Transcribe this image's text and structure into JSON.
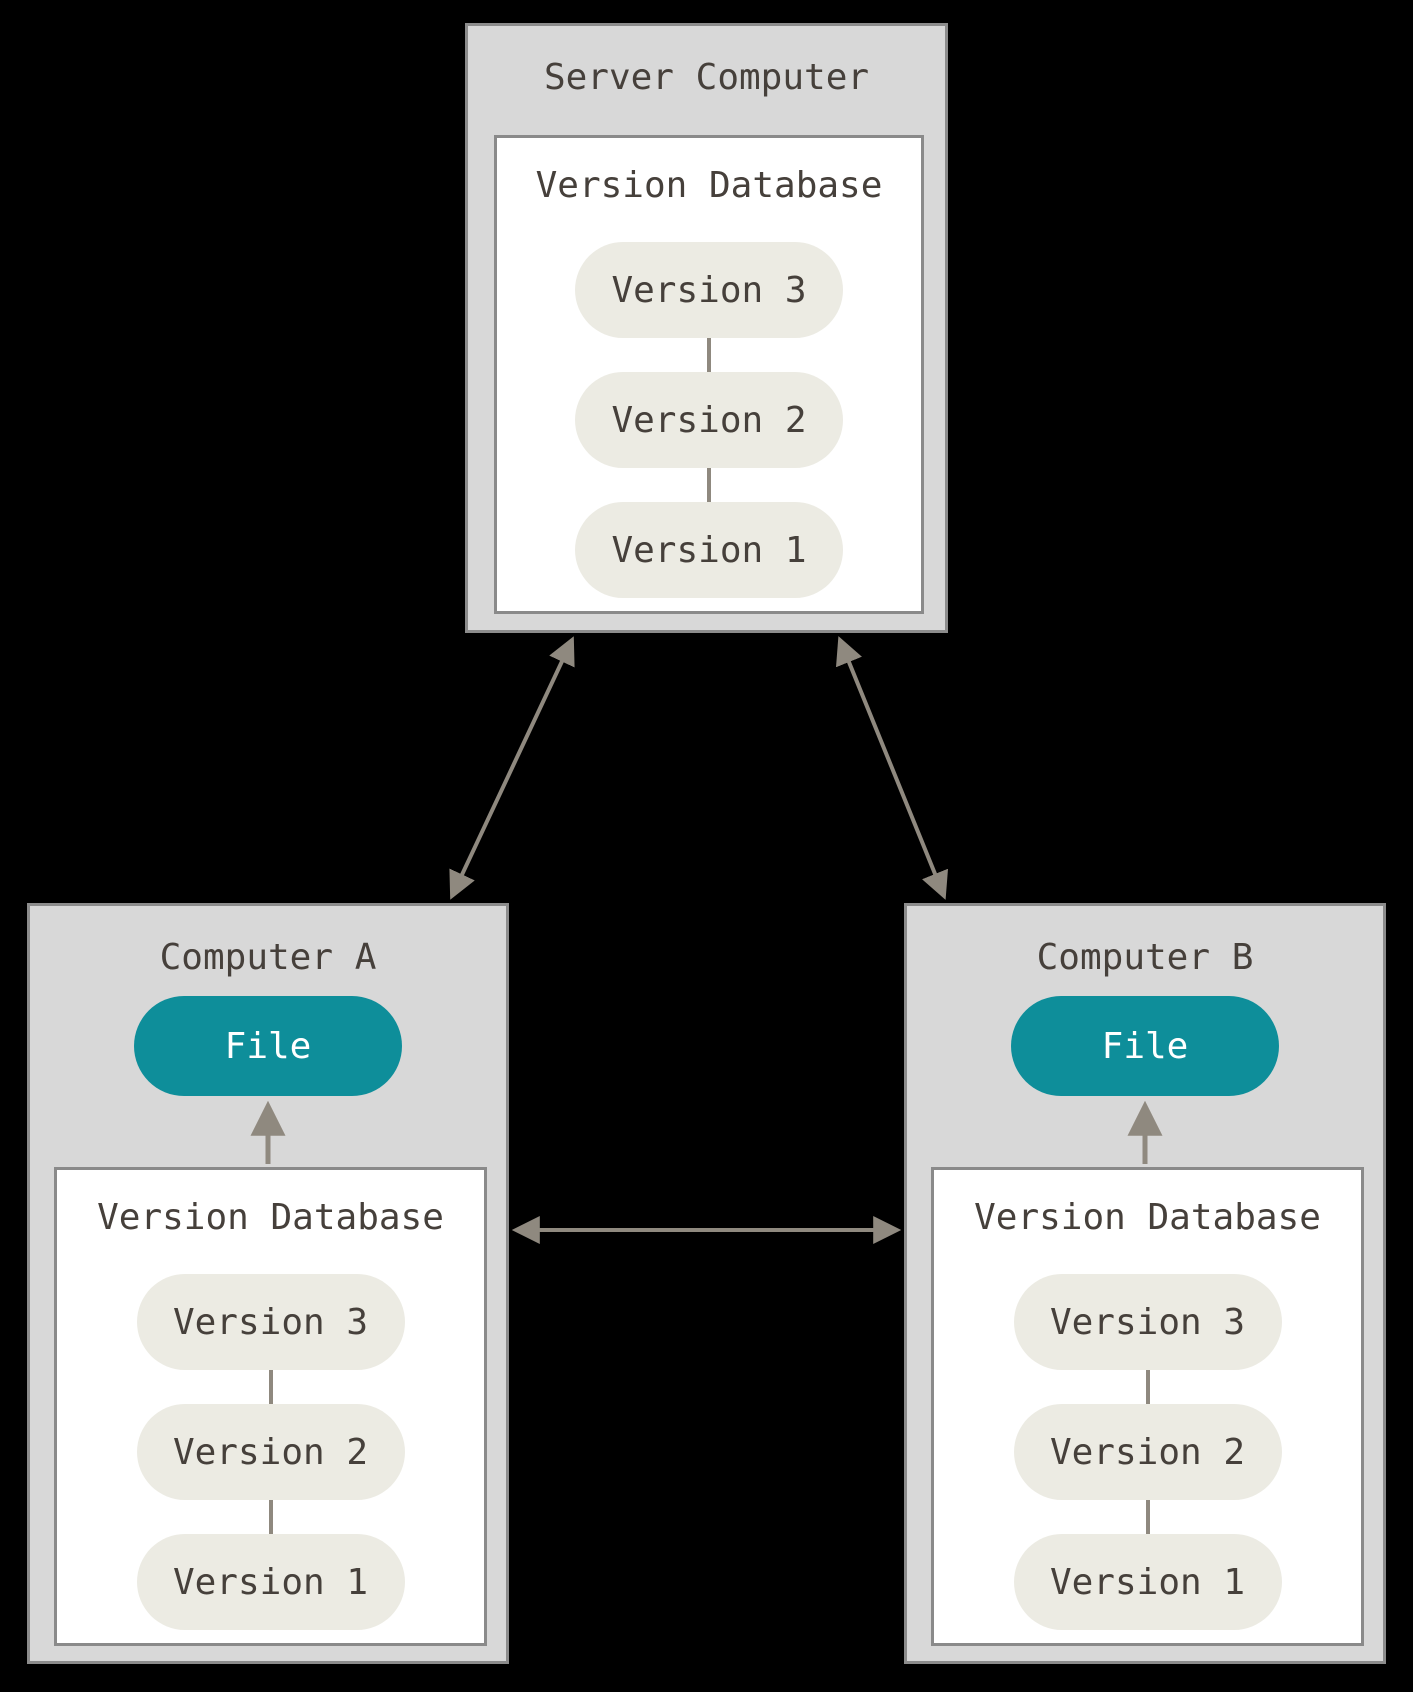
{
  "colors": {
    "background": "#000000",
    "box_fill": "#d8d8d8",
    "box_border": "#8c8c8c",
    "inner_fill": "#ffffff",
    "inner_border": "#8a8a8a",
    "pill_fill": "#ecebe3",
    "text_dark": "#46403b",
    "file_fill": "#0e8e9a",
    "file_text": "#ffffff",
    "arrow": "#8f897f"
  },
  "server": {
    "title": "Server Computer",
    "db_title": "Version Database",
    "versions": [
      "Version 3",
      "Version 2",
      "Version 1"
    ]
  },
  "computer_a": {
    "title": "Computer A",
    "file_label": "File",
    "db_title": "Version Database",
    "versions": [
      "Version 3",
      "Version 2",
      "Version 1"
    ]
  },
  "computer_b": {
    "title": "Computer B",
    "file_label": "File",
    "db_title": "Version Database",
    "versions": [
      "Version 3",
      "Version 2",
      "Version 1"
    ]
  },
  "connections": [
    {
      "from": "server-computer",
      "to": "computer-a",
      "type": "bidirectional"
    },
    {
      "from": "server-computer",
      "to": "computer-b",
      "type": "bidirectional"
    },
    {
      "from": "computer-a",
      "to": "computer-b",
      "type": "bidirectional"
    },
    {
      "from": "computer-a-version-database",
      "to": "computer-a-file",
      "type": "one-way-up"
    },
    {
      "from": "computer-b-version-database",
      "to": "computer-b-file",
      "type": "one-way-up"
    }
  ]
}
